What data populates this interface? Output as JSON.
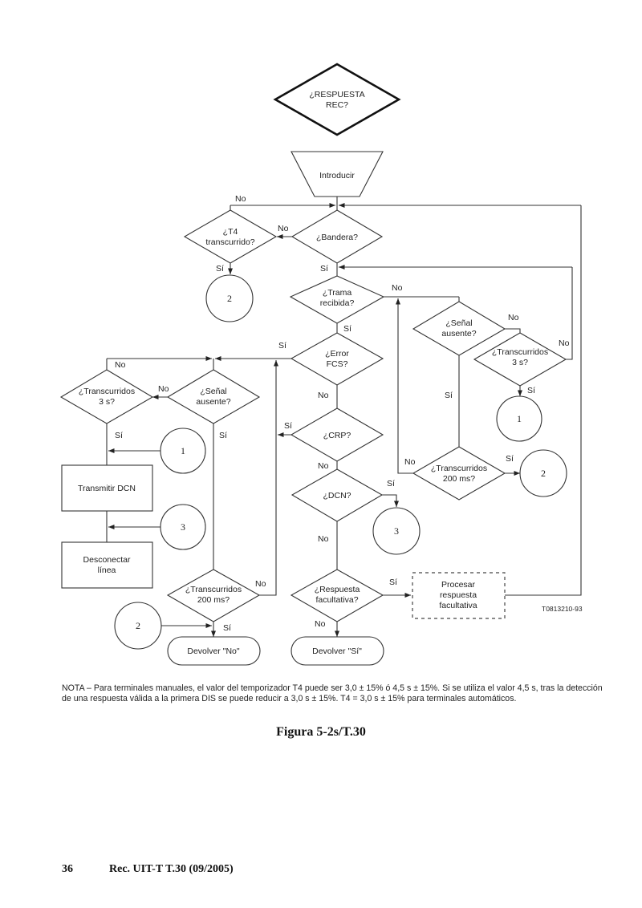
{
  "figure": {
    "start_decision": [
      "¿RESPUESTA",
      "REC?"
    ],
    "input_label": "Introducir",
    "decisions": {
      "bandera": [
        "¿Bandera?"
      ],
      "t4": [
        "¿T4",
        "transcurrido?"
      ],
      "trama": [
        "¿Trama",
        "recibida?"
      ],
      "senal_right": [
        "¿Señal",
        "ausente?"
      ],
      "trans3_right": [
        "¿Transcurridos",
        "3 s?"
      ],
      "error_fcs": [
        "¿Error",
        "FCS?"
      ],
      "senal_left": [
        "¿Señal",
        "ausente?"
      ],
      "trans3_left": [
        "¿Transcurridos",
        "3 s?"
      ],
      "crp": [
        "¿CRP?"
      ],
      "dcn": [
        "¿DCN?"
      ],
      "trans200_right": [
        "¿Transcurridos",
        "200 ms?"
      ],
      "trans200_left": [
        "¿Transcurridos",
        "200 ms?"
      ],
      "respuesta_fac": [
        "¿Respuesta",
        "facultativa?"
      ]
    },
    "processes": {
      "transmitir": [
        "Transmitir DCN"
      ],
      "desconectar": [
        "Desconectar",
        "línea"
      ],
      "procesar": [
        "Procesar",
        "respuesta",
        "facultativa"
      ]
    },
    "terminals": {
      "devolver_no": "Devolver \"No\"",
      "devolver_si": "Devolver \"Sí\""
    },
    "connectors": {
      "c2_t4": "2",
      "c1_right": "1",
      "c1_left": "1",
      "c3_left": "3",
      "c3_dcn": "3",
      "c2_right": "2",
      "c2_left": "2"
    },
    "branch_labels": {
      "yes": "Sí",
      "no": "No"
    },
    "figure_code": "T0813210-93"
  },
  "note": "NOTA – Para terminales manuales, el valor del temporizador T4 puede ser 3,0 ± 15% ó 4,5 s ± 15%. Si se utiliza el valor 4,5 s, tras la detección de una respuesta válida a la primera DIS se puede reducir a 3,0 s ± 15%. T4 = 3,0 s ± 15% para terminales automáticos.",
  "caption": "Figura 5-2s/T.30",
  "footer": {
    "page_number": "36",
    "reference": "Rec. UIT-T T.30 (09/2005)"
  }
}
